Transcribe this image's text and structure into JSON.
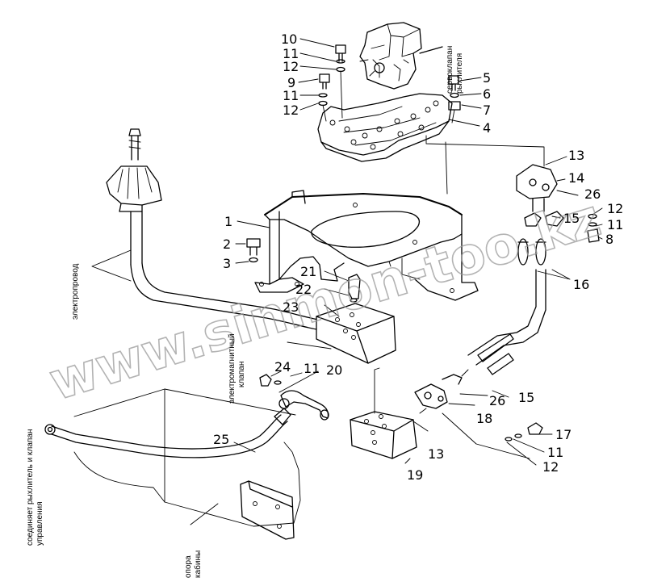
{
  "callouts": [
    {
      "id": "c1",
      "n": "1"
    },
    {
      "id": "c2",
      "n": "2"
    },
    {
      "id": "c3",
      "n": "3"
    },
    {
      "id": "c4",
      "n": "4"
    },
    {
      "id": "c5",
      "n": "5"
    },
    {
      "id": "c6",
      "n": "6"
    },
    {
      "id": "c7",
      "n": "7"
    },
    {
      "id": "c8",
      "n": "8"
    },
    {
      "id": "c9",
      "n": "9"
    },
    {
      "id": "c10",
      "n": "10"
    },
    {
      "id": "c11a",
      "n": "11"
    },
    {
      "id": "c12a",
      "n": "12"
    },
    {
      "id": "c11b",
      "n": "11"
    },
    {
      "id": "c12b",
      "n": "12"
    },
    {
      "id": "c13a",
      "n": "13"
    },
    {
      "id": "c14",
      "n": "14"
    },
    {
      "id": "c26a",
      "n": "26"
    },
    {
      "id": "c12c",
      "n": "12"
    },
    {
      "id": "c15a",
      "n": "15"
    },
    {
      "id": "c11c",
      "n": "11"
    },
    {
      "id": "c16",
      "n": "16"
    },
    {
      "id": "c21",
      "n": "21"
    },
    {
      "id": "c22",
      "n": "22"
    },
    {
      "id": "c23",
      "n": "23"
    },
    {
      "id": "c24",
      "n": "24"
    },
    {
      "id": "c11d",
      "n": "11"
    },
    {
      "id": "c20",
      "n": "20"
    },
    {
      "id": "c15b",
      "n": "15"
    },
    {
      "id": "c26b",
      "n": "26"
    },
    {
      "id": "c18",
      "n": "18"
    },
    {
      "id": "c13b",
      "n": "13"
    },
    {
      "id": "c19",
      "n": "19"
    },
    {
      "id": "c25",
      "n": "25"
    },
    {
      "id": "c17",
      "n": "17"
    },
    {
      "id": "c11e",
      "n": "11"
    },
    {
      "id": "c12d",
      "n": "12"
    }
  ],
  "labels": {
    "servo_valve": [
      "сервоклапан",
      "рыхлителя"
    ],
    "wiring": "электропровод",
    "solenoid_valve": [
      "электромагнитный",
      "клапан"
    ],
    "connects": [
      "соединяет рыхлитель и клапан",
      "управления"
    ],
    "cab_support": [
      "опора",
      "кабины"
    ]
  },
  "watermark": "www.sinmon-too.kz"
}
